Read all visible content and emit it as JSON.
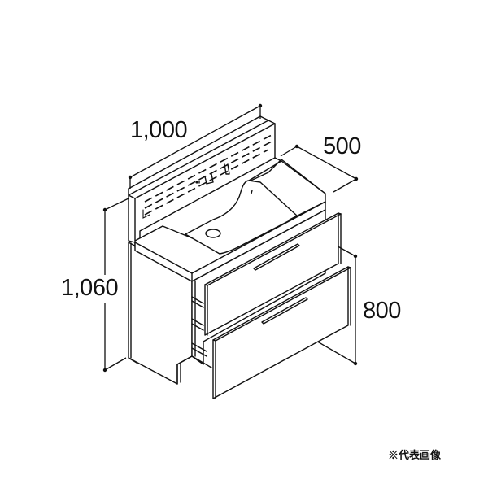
{
  "diagram": {
    "subject": "vanity-unit-with-two-drawers",
    "dimensions": {
      "width": "1,000",
      "depth": "500",
      "total_height": "1,060",
      "counter_height": "800"
    },
    "note": "※代表画像"
  }
}
